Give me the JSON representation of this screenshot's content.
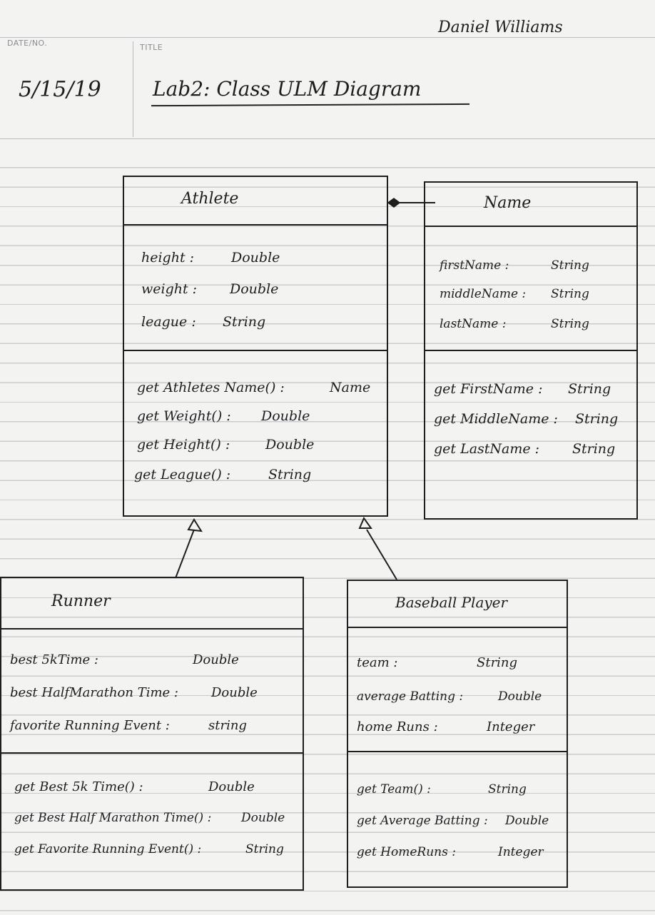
{
  "header": {
    "author": "Daniel Williams",
    "date_label": "DATE/NO.",
    "title_label": "TITLE",
    "date": "5/15/19",
    "title": "Lab2: Class ULM Diagram"
  },
  "classes": {
    "athlete": {
      "name": "Athlete",
      "attributes": [
        {
          "name": "height :",
          "type": "Double"
        },
        {
          "name": "weight :",
          "type": "Double"
        },
        {
          "name": "league :",
          "type": "String"
        }
      ],
      "methods": [
        {
          "name": "get Athletes Name() :",
          "type": "Name"
        },
        {
          "name": "get Weight() :",
          "type": "Double"
        },
        {
          "name": "get Height() :",
          "type": "Double"
        },
        {
          "name": "get League() :",
          "type": "String"
        }
      ]
    },
    "name_class": {
      "name": "Name",
      "attributes": [
        {
          "name": "firstName :",
          "type": "String"
        },
        {
          "name": "middleName :",
          "type": "String"
        },
        {
          "name": "lastName :",
          "type": "String"
        }
      ],
      "methods": [
        {
          "name": "get FirstName :",
          "type": "String"
        },
        {
          "name": "get MiddleName :",
          "type": "String"
        },
        {
          "name": "get LastName :",
          "type": "String"
        }
      ]
    },
    "runner": {
      "name": "Runner",
      "attributes": [
        {
          "name": "best 5kTime :",
          "type": "Double"
        },
        {
          "name": "best HalfMarathon Time :",
          "type": "Double"
        },
        {
          "name": "favorite Running Event :",
          "type": "string"
        }
      ],
      "methods": [
        {
          "name": "get Best 5k Time() :",
          "type": "Double"
        },
        {
          "name": "get Best Half Marathon Time() :",
          "type": "Double"
        },
        {
          "name": "get Favorite Running Event() :",
          "type": "String"
        }
      ]
    },
    "baseball": {
      "name": "Baseball Player",
      "attributes": [
        {
          "name": "team :",
          "type": "String"
        },
        {
          "name": "average Batting :",
          "type": "Double"
        },
        {
          "name": "home Runs :",
          "type": "Integer"
        }
      ],
      "methods": [
        {
          "name": "get Team() :",
          "type": "String"
        },
        {
          "name": "get Average Batting :",
          "type": "Double"
        },
        {
          "name": "get HomeRuns :",
          "type": "Integer"
        }
      ]
    }
  },
  "relationships": [
    {
      "from": "Name",
      "to": "Athlete",
      "kind": "composition"
    },
    {
      "from": "Runner",
      "to": "Athlete",
      "kind": "inheritance"
    },
    {
      "from": "Baseball Player",
      "to": "Athlete",
      "kind": "inheritance"
    }
  ]
}
